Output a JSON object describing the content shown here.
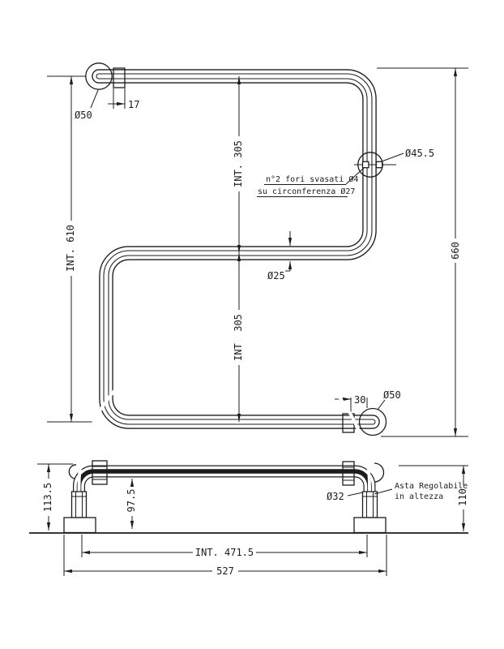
{
  "front": {
    "dim_int_610": "INT. 610",
    "dim_660": "660",
    "dim_int_305_upper": "INT. 305",
    "dim_int_305_lower": "INT. 305",
    "dim_17": "17",
    "dim_30": "30",
    "dia_50_top_left": "Ø50",
    "dia_50_bottom_right": "Ø50",
    "dia_45_5": "Ø45.5",
    "dia_25": "Ø25",
    "note_holes_line1": "n°2 fori svasati Ø4",
    "note_holes_line2": "su circonferenza Ø27"
  },
  "side": {
    "dim_113_5": "113.5",
    "dim_97_5": "97.5",
    "dim_110": "110",
    "dia_32": "Ø32",
    "dim_int_471_5": "INT. 471.5",
    "dim_527": "527",
    "note_adjustable_line1": "Asta Regolabile",
    "note_adjustable_line2": "in altezza"
  },
  "colors": {
    "line": "#1c1c1c",
    "background": "#ffffff"
  }
}
